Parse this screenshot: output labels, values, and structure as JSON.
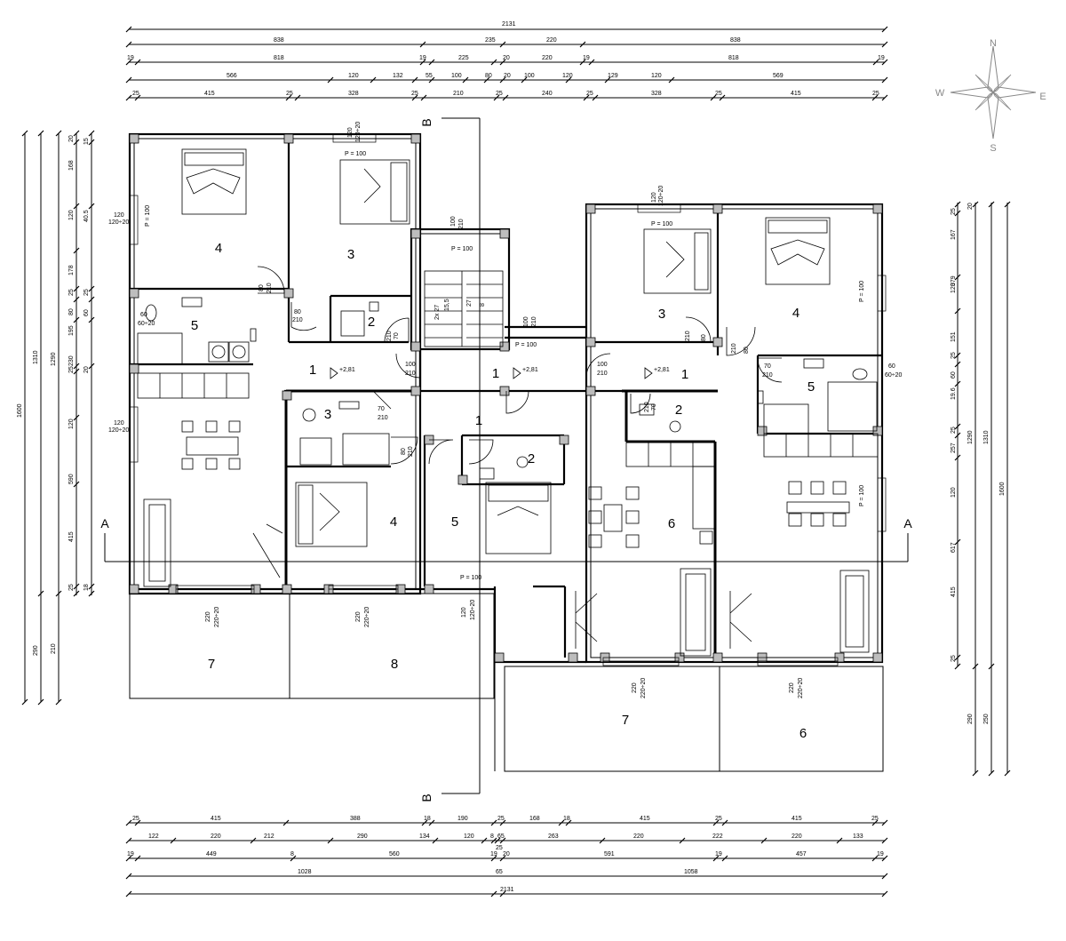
{
  "dimensions": {
    "top_rows": [
      [
        "2131"
      ],
      [
        "838",
        "235",
        "220",
        "838"
      ],
      [
        "19",
        "818",
        "19",
        "225",
        "20",
        "220",
        "19",
        "818",
        "19"
      ],
      [
        "566",
        "120",
        "132",
        "55",
        "100",
        "80",
        "20",
        "100",
        "120",
        "129",
        "120",
        "569"
      ],
      [
        "25",
        "415",
        "25",
        "328",
        "25",
        "210",
        "25",
        "240",
        "25",
        "328",
        "25",
        "415",
        "25"
      ]
    ],
    "bottom_rows": [
      [
        "25",
        "415",
        "388",
        "18",
        "190",
        "25",
        "168",
        "18",
        "415",
        "25",
        "415",
        "25"
      ],
      [
        "122",
        "220",
        "212",
        "290",
        "134",
        "120",
        "8",
        "65",
        "263",
        "220",
        "222",
        "220",
        "133"
      ],
      [
        "19",
        "449",
        "8",
        "560",
        "19",
        "20",
        "591",
        "19",
        "457",
        "19"
      ],
      [
        "25"
      ],
      [
        "1028",
        "65",
        "1058"
      ],
      [
        "2131"
      ]
    ],
    "left_cols": [
      [
        "1600"
      ],
      [
        "1310",
        "290"
      ],
      [
        "1290",
        "210"
      ],
      [
        "20",
        "168",
        "120",
        "178",
        "25",
        "80",
        "195",
        "230",
        "25",
        "120",
        "590",
        "415",
        "25"
      ],
      [
        "15",
        "40.5",
        "25",
        "60",
        "20",
        "18"
      ]
    ],
    "right_cols": [
      [
        "25",
        "167",
        "379",
        "120",
        "151",
        "25",
        "60",
        "19.6",
        "25",
        "257",
        "120",
        "617",
        "415",
        "25"
      ],
      [
        "20",
        "1290",
        "290"
      ],
      [
        "1310",
        "250"
      ],
      [
        "1600"
      ]
    ]
  },
  "rooms": [
    {
      "label": "4"
    },
    {
      "label": "3"
    },
    {
      "label": "2"
    },
    {
      "label": "5"
    },
    {
      "label": "1"
    },
    {
      "label": "1"
    },
    {
      "label": "1"
    },
    {
      "label": "3"
    },
    {
      "label": "4"
    },
    {
      "label": "1"
    },
    {
      "label": "5"
    },
    {
      "label": "3"
    },
    {
      "label": "2"
    },
    {
      "label": "4"
    },
    {
      "label": "5"
    },
    {
      "label": "2"
    },
    {
      "label": "6"
    },
    {
      "label": "7"
    },
    {
      "label": "8"
    },
    {
      "label": "7"
    },
    {
      "label": "6"
    }
  ],
  "section_markers": {
    "a_left": "A",
    "a_right": "A",
    "b_top": "B",
    "b_bottom": "B"
  },
  "compass": {
    "n": "N",
    "e": "E",
    "s": "S",
    "w": "W"
  },
  "elevations": [
    "+2,81",
    "+2,81",
    "+2,81"
  ],
  "openings": [
    "P = 100",
    "P = 100",
    "P = 100",
    "P = 100",
    "P = 100",
    "P = 100",
    "P = 100",
    "P = 100",
    "120",
    "120÷20",
    "120",
    "120÷20",
    "120",
    "120÷20",
    "120",
    "120÷20",
    "80",
    "210",
    "80",
    "210",
    "70",
    "210",
    "100",
    "210",
    "100",
    "210",
    "80",
    "210",
    "70",
    "210",
    "60",
    "60÷20",
    "100",
    "210",
    "100",
    "210",
    "80",
    "210",
    "70",
    "210",
    "80",
    "210",
    "120",
    "120÷20",
    "220",
    "220÷20",
    "220",
    "220÷20",
    "220",
    "220÷20",
    "220",
    "220÷20",
    "60",
    "60÷20",
    "70",
    "210"
  ],
  "stair_labels": [
    "2x 27",
    "15,5",
    "27",
    "8"
  ],
  "colors": {
    "ink": "#000000",
    "column_fill": "#bdbdbd",
    "compass": "#888888"
  }
}
